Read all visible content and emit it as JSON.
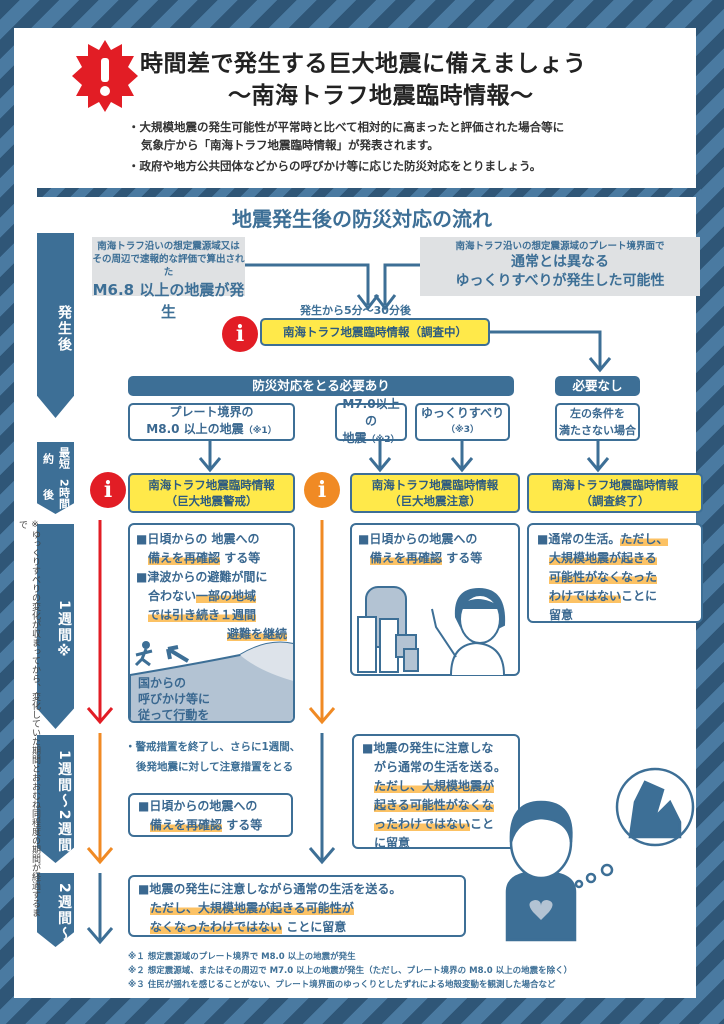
{
  "header": {
    "title_line1": "時間差で発生する巨大地震に備えましょう",
    "title_line2": "～南海トラフ地震臨時情報～",
    "bullets": [
      "・大規模地震の発生可能性が平常時と比べて相対的に高まったと評価された場合等に",
      "気象庁から「南海トラフ地震臨時情報」が発表されます。",
      "・政府や地方公共団体などからの呼びかけ等に応じた防災対応をとりましょう。"
    ]
  },
  "section_title": "地震発生後の防災対応の流れ",
  "timeline": [
    "発生後",
    "最短約",
    "2時間後",
    "1週間※",
    "1週間～2週間",
    "2週間～"
  ],
  "side_note": "※ゆっくりすべりの変化が収まってから、変化していた期間とおおむね同程度の期間が経過するまで",
  "trigger_left": {
    "line1": "南海トラフ沿いの想定震源域又は",
    "line2": "その周辺で速報的な評価で算出された",
    "line3": "M6.8 以上の地震が発生"
  },
  "trigger_right": {
    "line1": "南海トラフ沿いの想定震源域のプレート境界面で",
    "line2": "通常とは異なる",
    "line3": "ゆっくりすべりが発生した可能性"
  },
  "timing": "発生から5分～30分後",
  "info_investigating": "南海トラフ地震臨時情報（調査中）",
  "need_action": "防災対応をとる必要あり",
  "no_need": "必要なし",
  "conditions": [
    {
      "line1": "プレート境界の",
      "line2": "M8.0 以上の地震",
      "note": "（※1）"
    },
    {
      "line1": "M7.0以上の",
      "line2": "地震",
      "note": "（※2）"
    },
    {
      "line1": "ゆっくりすべり",
      "line2": "",
      "note": "（※3）"
    },
    {
      "line1": "左の条件を",
      "line2": "満たさない場合",
      "note": ""
    }
  ],
  "infos": [
    {
      "line1": "南海トラフ地震臨時情報",
      "line2": "（巨大地震警戒）"
    },
    {
      "line1": "南海トラフ地震臨時情報",
      "line2": "（巨大地震注意）"
    },
    {
      "line1": "南海トラフ地震臨時情報",
      "line2": "（調査終了）"
    }
  ],
  "week1_warning": {
    "a1": "■日頃からの 地震への",
    "a2h": "備えを再確認",
    "a2": " する等",
    "b1": "■津波からの避難が間に",
    "b2": "合わない",
    "b2h": "一部の地域",
    "b3h": "では引き続き１週間",
    "b4h": "避難を継続",
    "note1": "国からの",
    "note2": "呼びかけ等に",
    "note3": "従って行動を"
  },
  "week1_caution": {
    "a1": "■日頃からの地震への",
    "a2h": "備えを再確認",
    "a2": " する等"
  },
  "week1_end": {
    "l1": "■通常の生活。",
    "l1h": "ただし、",
    "l2h": "大規模地震が起きる",
    "l3h": "可能性がなくなった",
    "l4h": "わけではない",
    "l4": "ことに",
    "l5": "留意"
  },
  "week2_warning": {
    "b1": "・警戒措置を終了し、さらに1週間、",
    "b2": "後発地震に対して注意措置をとる",
    "a1": "■日頃からの地震への",
    "a2h": "備えを再確認",
    "a2": " する等"
  },
  "week2_caution": {
    "l1": "■地震の発生に注意しな",
    "l2": "がら通常の生活を送る。",
    "l3h": "ただし、大規模地震が",
    "l4h": "起きる可能性がなくな",
    "l5h": "ったわけではない",
    "l5": "こと",
    "l6": "に留意"
  },
  "week3": {
    "l1": "■地震の発生に注意しながら通常の生活を送る。",
    "l2h": "ただし、大規模地震が起きる可能性が",
    "l3h": "なくなったわけではない",
    "l3": " ことに留意"
  },
  "footnotes": [
    "※１ 想定震源域のプレート境界で M8.0 以上の地震が発生",
    "※２ 想定震源域、またはその周辺で M7.0 以上の地震が発生（ただし、プレート境界の M8.0 以上の地震を除く）",
    "※３ 住民が揺れを感じることがない、プレート境界面のゆっくりとしたずれによる地殻変動を観測した場合など"
  ],
  "colors": {
    "blue": "#3d6f96",
    "yellow": "#ffe94a",
    "red": "#e21d25",
    "orange": "#f08a24",
    "highlight": "#fcc264"
  }
}
